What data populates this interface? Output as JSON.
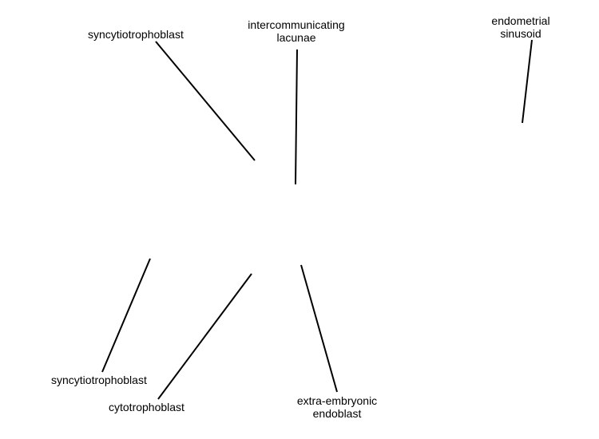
{
  "labels": {
    "syncytiotrophoblast_top": "syncytiotrophoblast",
    "lacunae_line1": "intercommunicating",
    "lacunae_line2": "lacunae",
    "sinusoid_line1": "endometrial",
    "sinusoid_line2": "sinusoid",
    "syncytiotrophoblast_bottom": "syncytiotrophoblast",
    "cytotrophoblast": "cytotrophoblast",
    "endoblast_line1": "extra-embryonic",
    "endoblast_line2": "endoblast"
  },
  "colors": {
    "background": "#ffffff",
    "line": "#000000",
    "text": "#000000"
  }
}
